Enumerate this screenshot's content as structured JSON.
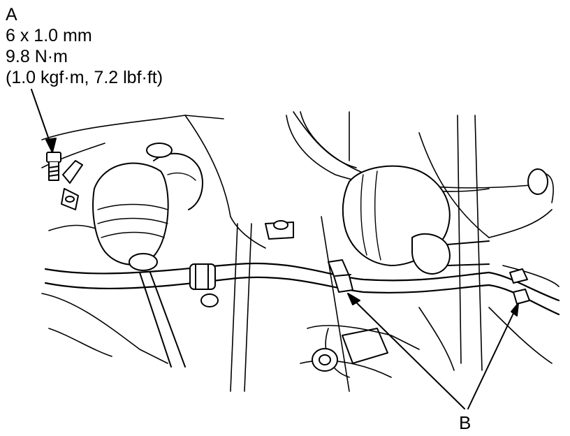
{
  "callout_a": {
    "letter": "A",
    "bolt_size": "6 x 1.0 mm",
    "torque_si": "9.8 N·m",
    "torque_alt": "(1.0 kgf·m, 7.2 lbf·ft)"
  },
  "callout_b": {
    "letter": "B"
  },
  "colors": {
    "line": "#000000",
    "background": "#ffffff"
  },
  "icons": [
    "bolt-icon",
    "clamp-icon",
    "clip-icon",
    "arrow-icon"
  ]
}
